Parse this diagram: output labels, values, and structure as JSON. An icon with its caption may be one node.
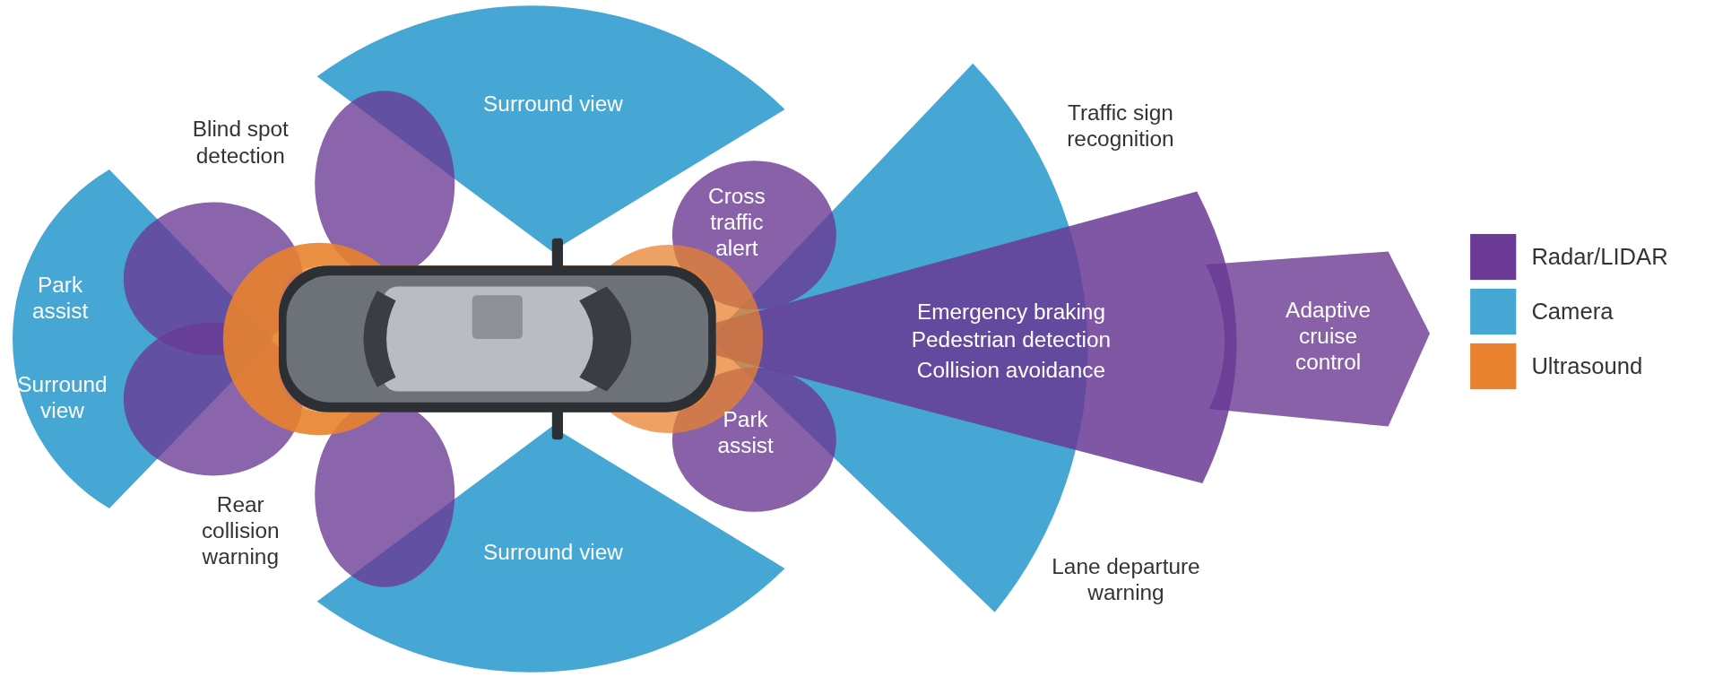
{
  "diagram": {
    "nodes": [
      {
        "text": [
          "Surround view"
        ]
      },
      {
        "text": [
          "Park assist",
          "Surround view"
        ]
      },
      {
        "text": [
          "Cross traffic alert"
        ]
      },
      {
        "text": [
          "Traffic sign recognition",
          "Lane departure warning"
        ]
      },
      {
        "text": [
          "Emergency braking",
          "Pedestrian detection",
          "Collision avoidance"
        ]
      },
      {
        "text": [
          "Adaptive cruise control"
        ]
      },
      {
        "text": [
          "Park assist"
        ]
      },
      {
        "text": [
          "Surround view"
        ]
      }
    ],
    "labels": [
      "Blind spot detection",
      "Rear collision warning"
    ],
    "legend": [
      {
        "text": "Radar/LIDAR",
        "color": "#6a3a94"
      },
      {
        "text": "Camera",
        "color": "#46a6d4"
      },
      {
        "text": "Ultrasound",
        "color": "#e8822e"
      }
    ]
  }
}
